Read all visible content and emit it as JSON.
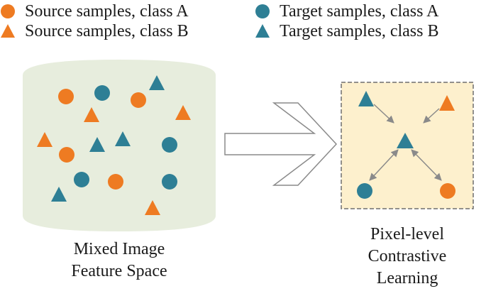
{
  "colors": {
    "source": "#ee7b22",
    "target": "#2e7f95",
    "cylinder_fill": "#e7eddd",
    "box_fill": "#fdf0cd",
    "box_border": "#6e6e6e",
    "arrow_line": "#8a8a8a"
  },
  "legend": [
    {
      "label": "Source samples, class A",
      "marker": "circle",
      "color_key": "source"
    },
    {
      "label": "Source samples, class B",
      "marker": "triangle",
      "color_key": "source"
    },
    {
      "label": "Target samples, class A",
      "marker": "circle",
      "color_key": "target"
    },
    {
      "label": "Target samples, class B",
      "marker": "triangle",
      "color_key": "target"
    }
  ],
  "feature_space": {
    "caption_lines": [
      "Mixed Image",
      "Feature Space"
    ]
  },
  "contrastive": {
    "caption_lines": [
      "Pixel-level",
      "Contrastive",
      "Learning"
    ]
  }
}
